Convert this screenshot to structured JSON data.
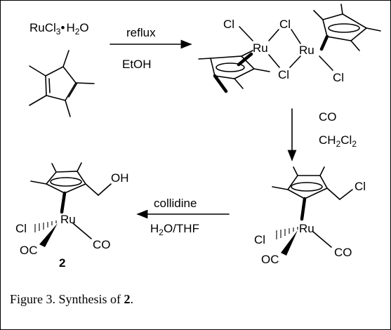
{
  "figure": {
    "reagent_start": {
      "text": "RuCl",
      "sub": "3",
      "dot": "•",
      "water": "H",
      "water_sub": "2",
      "water_end": "O"
    },
    "step1": {
      "top": "reflux",
      "bottom": "EtOH"
    },
    "dimer": {
      "cl_a": "Cl",
      "cl_b": "Cl",
      "cl_c": "Cl",
      "cl_d": "Cl",
      "ru_a": "Ru",
      "ru_b": "Ru"
    },
    "step2": {
      "top": "CO",
      "bottom_pre": "CH",
      "bottom_sub1": "2",
      "bottom_mid": "Cl",
      "bottom_sub2": "2"
    },
    "intermediate": {
      "cl_side": "Cl",
      "cl_metal": "Cl",
      "ru": "Ru",
      "co_a": "OC",
      "co_b": "CO"
    },
    "step3": {
      "top": "collidine",
      "bottom_pre": "H",
      "bottom_sub": "2",
      "bottom_end": "O/THF"
    },
    "product": {
      "oh": "OH",
      "cl": "Cl",
      "ru": "Ru",
      "co_a": "OC",
      "co_b": "CO",
      "number": "2"
    },
    "caption": {
      "prefix": "Figure 3.  Synthesis of ",
      "bold": "2",
      "suffix": "."
    }
  }
}
